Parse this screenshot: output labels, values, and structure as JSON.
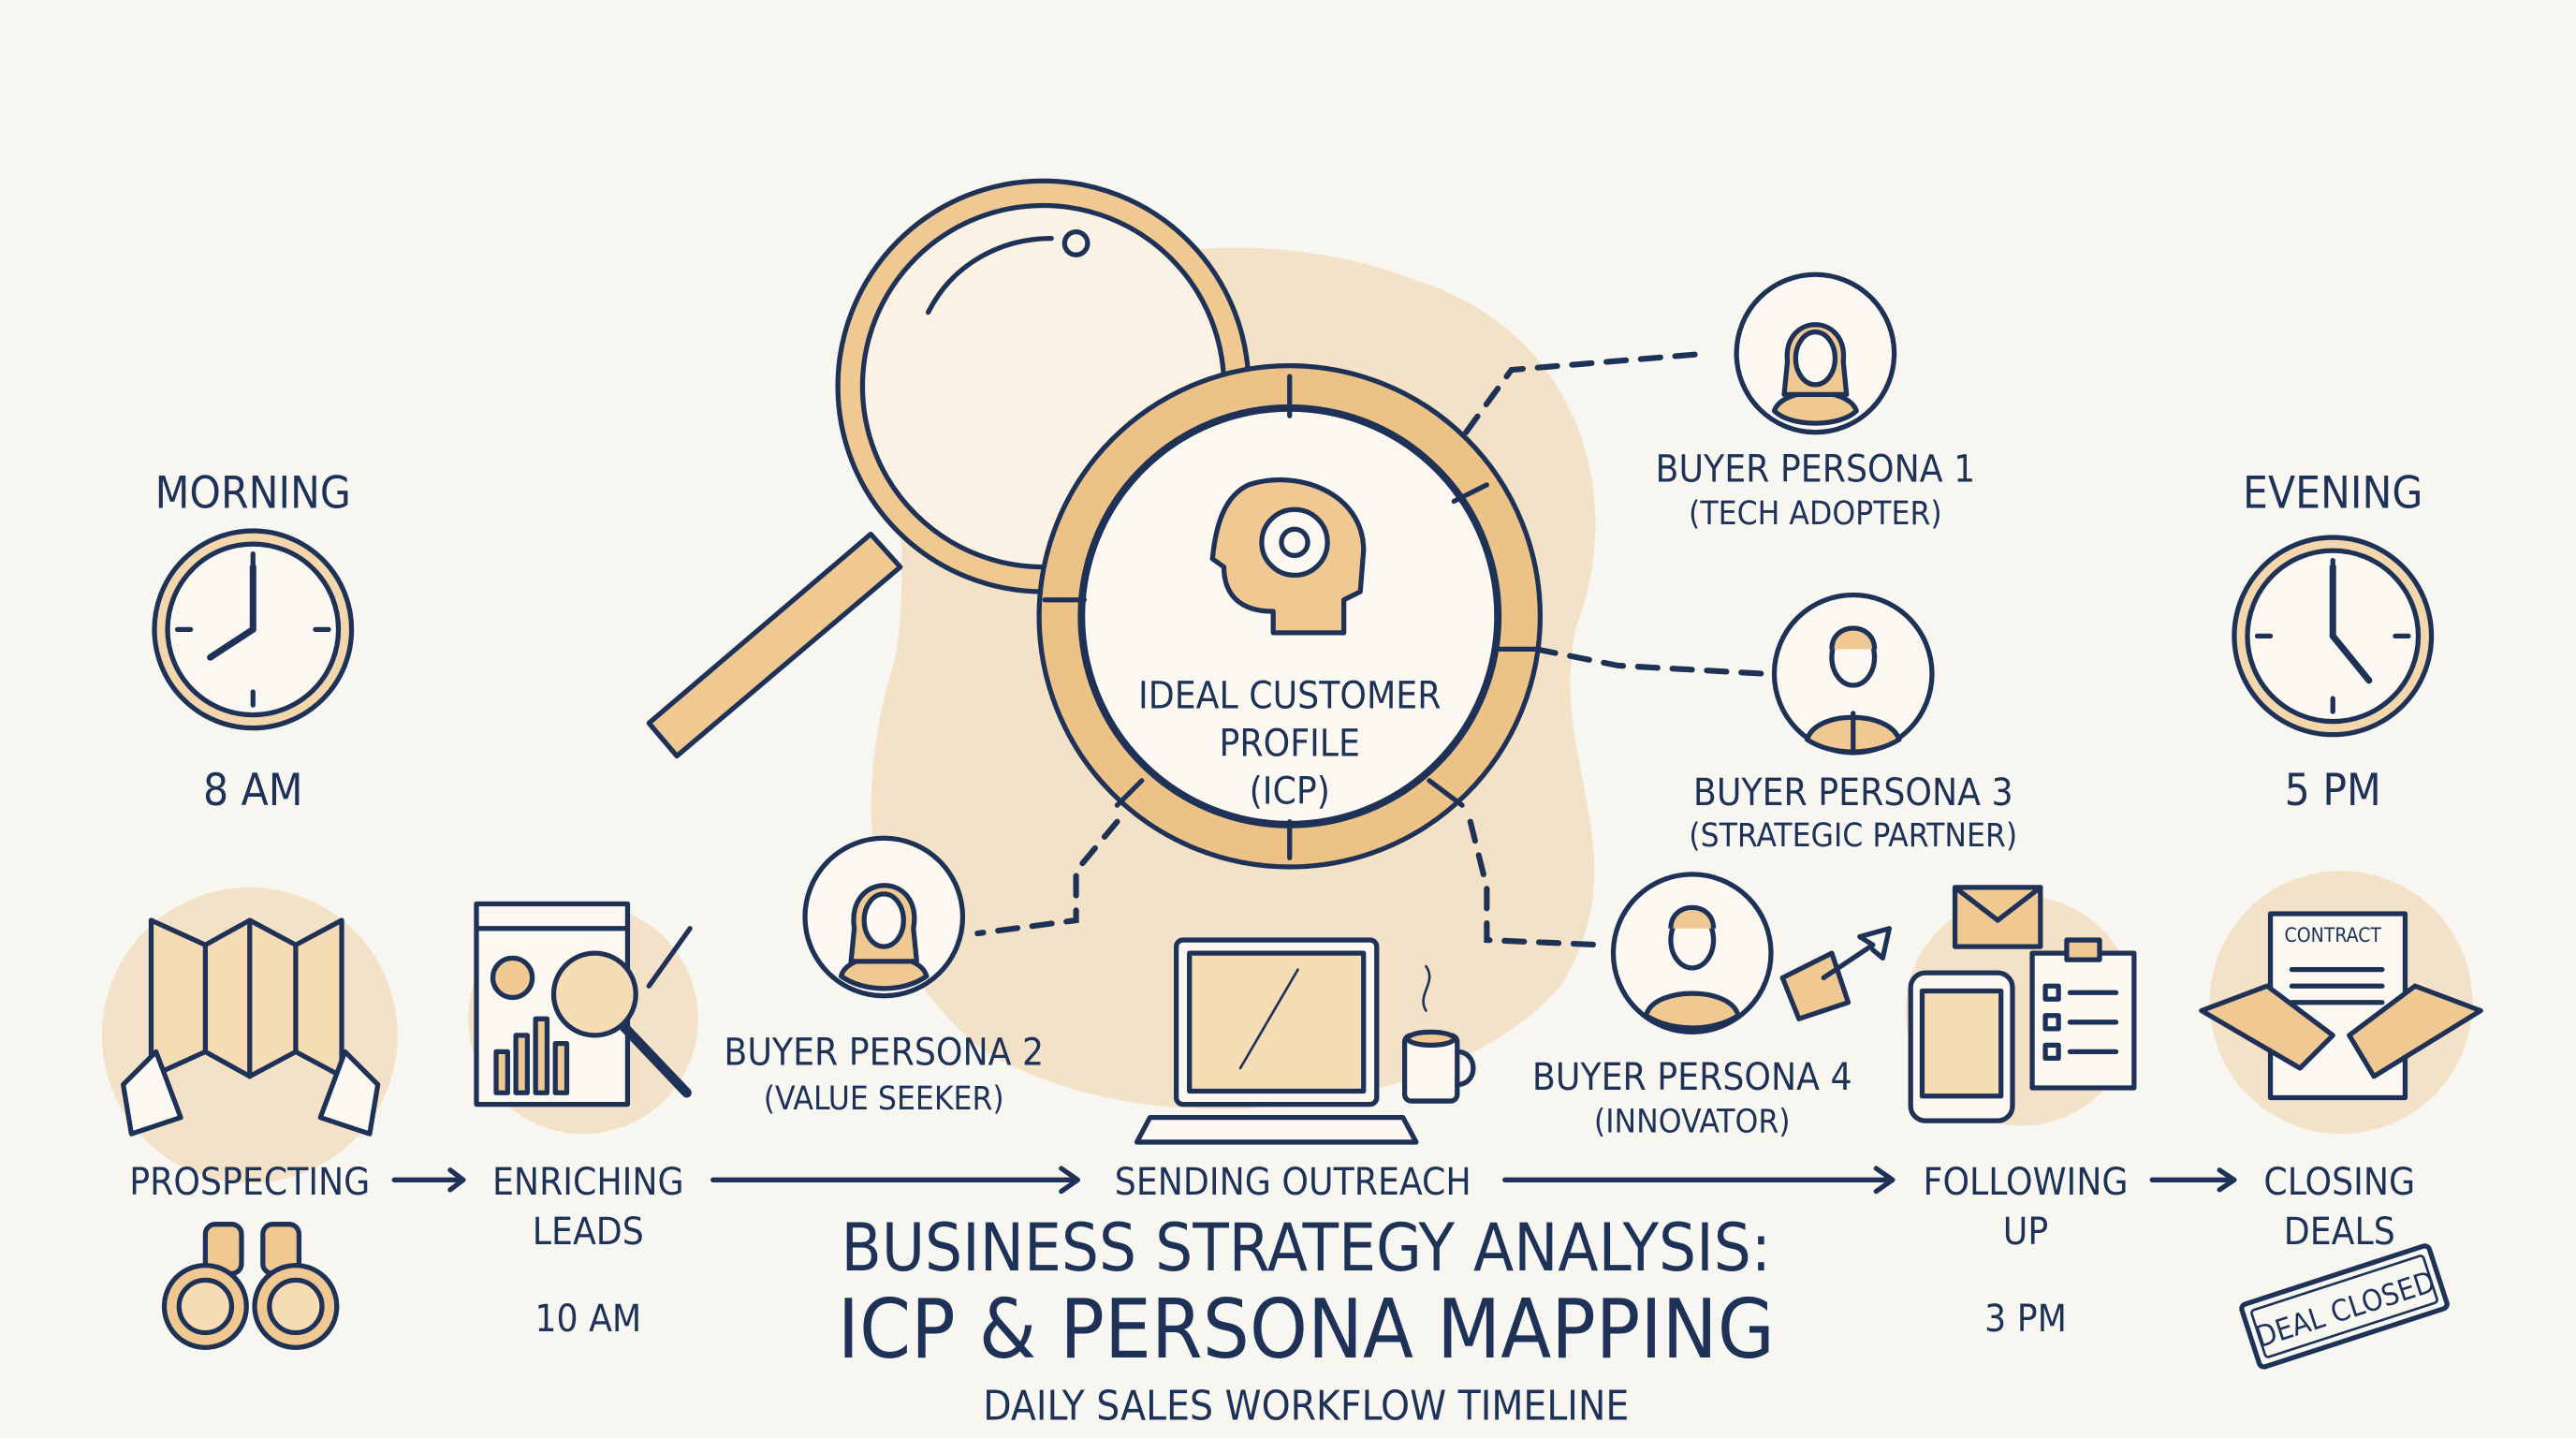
{
  "title": {
    "line1": "BUSINESS STRATEGY ANALYSIS:",
    "line2": "ICP & PERSONA MAPPING",
    "subtitle": "DAILY SALES WORKFLOW TIMELINE"
  },
  "times": {
    "morning": "MORNING",
    "morning_time": "8 AM",
    "evening": "EVENING",
    "evening_time": "5 PM"
  },
  "icp": {
    "line1": "IDEAL CUSTOMER",
    "line2": "PROFILE",
    "line3": "(ICP)"
  },
  "personas": [
    {
      "name": "BUYER PERSONA 1",
      "role": "(TECH ADOPTER)"
    },
    {
      "name": "BUYER PERSONA 2",
      "role": "(VALUE SEEKER)"
    },
    {
      "name": "BUYER PERSONA 3",
      "role": "(STRATEGIC PARTNER)"
    },
    {
      "name": "BUYER PERSONA 4",
      "role": "(INNOVATOR)"
    }
  ],
  "workflow": [
    {
      "line1": "PROSPECTING",
      "line2": "",
      "time": ""
    },
    {
      "line1": "ENRICHING",
      "line2": "LEADS",
      "time": "10 AM"
    },
    {
      "line1": "SENDING OUTREACH",
      "line2": "",
      "time": ""
    },
    {
      "line1": "FOLLOWING",
      "line2": "UP",
      "time": "3 PM"
    },
    {
      "line1": "CLOSING",
      "line2": "DEALS",
      "time": ""
    }
  ],
  "contract_label": "CONTRACT",
  "stamp_label": "DEAL CLOSED",
  "colors": {
    "ink": "#1e3257",
    "accent": "#e9b776",
    "background": "#f7f6f1"
  }
}
